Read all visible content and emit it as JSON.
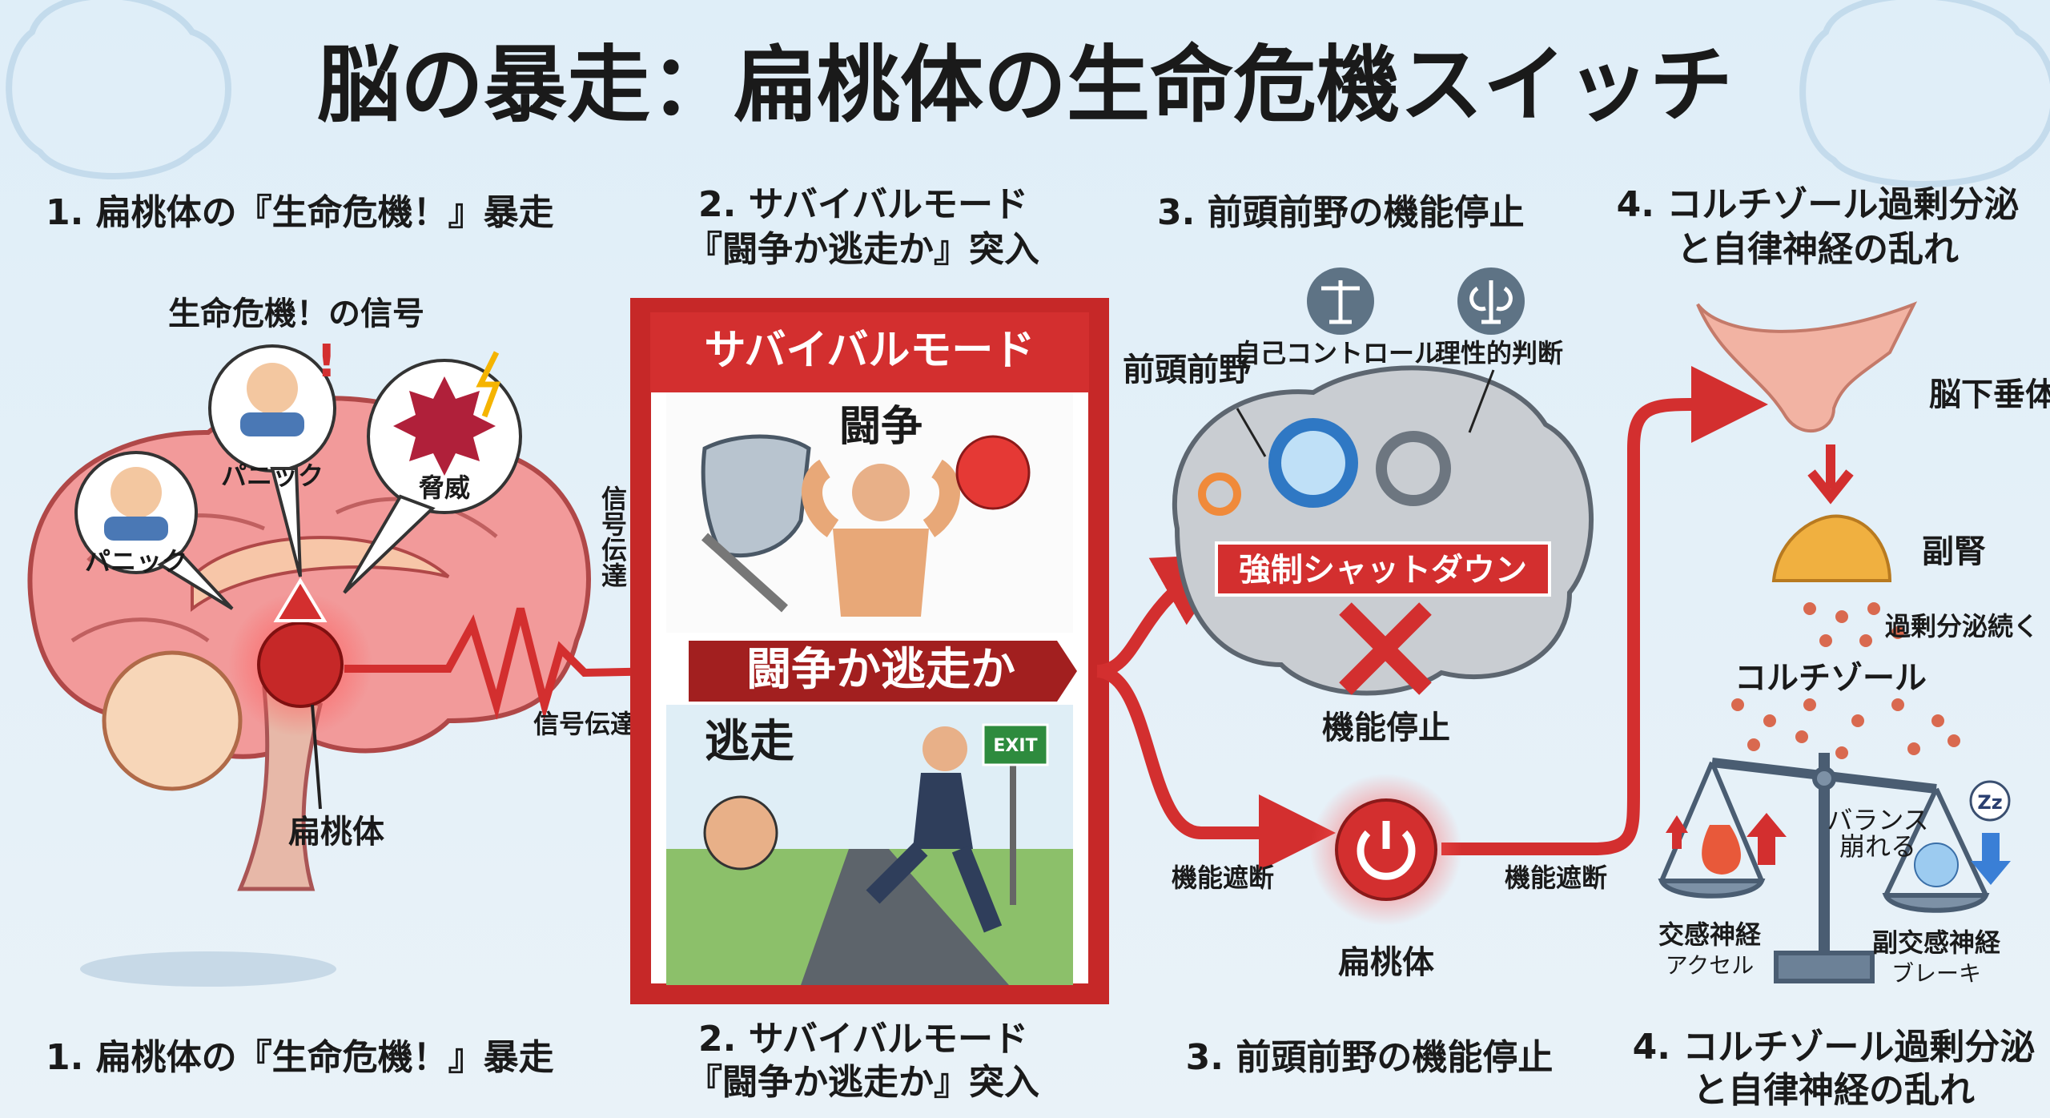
{
  "title": "脳の暴走：扁桃体の生命危機スイッチ",
  "sections": {
    "s1": {
      "heading": "1. 扁桃体の『生命危機！』暴走"
    },
    "s2": {
      "heading_line1": "2. サバイバルモード",
      "heading_line2": "『闘争か逃走か』突入"
    },
    "s3": {
      "heading": "3. 前頭前野の機能停止"
    },
    "s4": {
      "heading_line1": "4. コルチゾール過剰分泌",
      "heading_line2": "と自律神経の乱れ"
    }
  },
  "panel1": {
    "signal_title": "生命危機！の信号",
    "bubble_panic_1": "パニック",
    "bubble_panic_2": "パニック",
    "bubble_threat": "脅威",
    "amygdala_label": "扁桃体",
    "signal_vertical": "信号伝達",
    "signal_horizontal": "信号伝達"
  },
  "panel2": {
    "banner": "サバイバルモード",
    "fight": "闘争",
    "fight_or_flight": "闘争か逃走か",
    "flight": "逃走",
    "exit_sign": "EXIT"
  },
  "panel3": {
    "prefrontal": "前頭前野",
    "self_control": "自己コントロール",
    "rational_judgment": "理性的判断",
    "forced_shutdown": "強制シャットダウン",
    "function_stop": "機能停止",
    "cutoff_left": "機能遮断",
    "cutoff_right": "機能遮断",
    "amygdala_label": "扁桃体"
  },
  "panel4": {
    "pituitary": "脳下垂体",
    "adrenal": "副腎",
    "continues": "過剰分泌続く",
    "cortisol": "コルチゾール",
    "balance_line1": "バランス",
    "balance_line2": "崩れる",
    "sympathetic": "交感神経",
    "accelerator": "アクセル",
    "parasympathetic": "副交感神経",
    "brake": "ブレーキ",
    "sleep_icon_text": "Zz"
  },
  "colors": {
    "accent_red": "#d32f2f",
    "background": "#e4eff7",
    "dark_red": "#8e1b1b"
  }
}
